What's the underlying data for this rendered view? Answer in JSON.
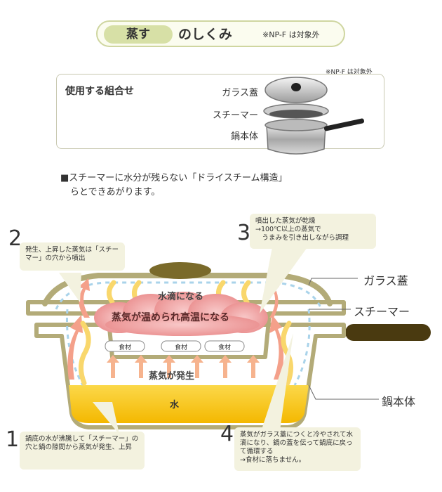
{
  "header": {
    "tag": "蒸す",
    "title_rest": "のしくみ",
    "note": "※NP-F は対象外"
  },
  "combination": {
    "note": "※NP-F は対象外",
    "title": "使用する組合せ",
    "parts": [
      "ガラス蓋",
      "スチーマー",
      "鍋本体"
    ]
  },
  "bullet": {
    "line1": "■スチーマーに水分が残らない「ドライスチーム構造」",
    "line2": "らとできあがります。"
  },
  "steps": [
    {
      "number": "1",
      "text": "鍋底の水が沸騰して「スチーマー」の穴と鍋の隙間から蒸気が発生、上昇"
    },
    {
      "number": "2",
      "text": "発生、上昇した蒸気は「スチーマー」の穴から噴出"
    },
    {
      "number": "3",
      "text": "噴出した蒸気が乾燥\n→100℃以上の蒸気で\n　うまみを引き出しながら調理"
    },
    {
      "number": "4",
      "text": "蒸気がガラス蓋につくと冷やされて水滴になり、鍋の蓋を伝って鍋底に戻って循環する\n→食材に落ちません。"
    }
  ],
  "diagram": {
    "droplets": "水滴になる",
    "hot_steam": "蒸気が温められ高温になる",
    "food": [
      "食材",
      "食材",
      "食材"
    ],
    "steam_rise": "蒸気が発生",
    "water": "水",
    "labels": {
      "lid": "ガラス蓋",
      "steamer": "スチーマー",
      "pot": "鍋本体"
    }
  },
  "colors": {
    "pot_outline": "#b3ab78",
    "water": "#f7c400",
    "steam": "#f4a08a",
    "steam_glow": "#f9d76c",
    "cloud": "#f2a0a0",
    "handle": "#4a3a10",
    "knob": "#7a6a2a"
  }
}
